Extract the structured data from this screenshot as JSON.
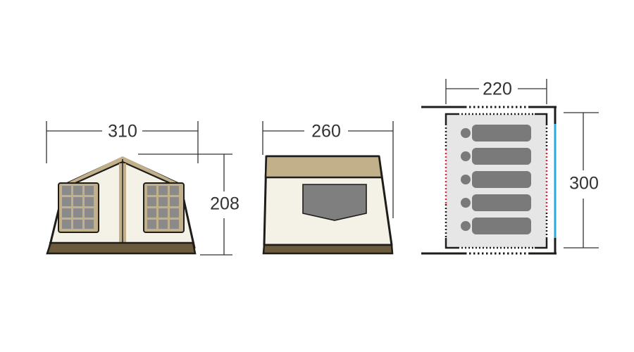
{
  "dimensions": {
    "front_width": "310",
    "front_height": "208",
    "side_width": "260",
    "floor_width": "220",
    "floor_length": "300"
  },
  "colors": {
    "outline": "#1f1d1a",
    "roof": "#c1b08a",
    "canvas": "#f4f1e7",
    "base": "#6b5a3c",
    "window_frame": "#c1b08a",
    "window_pane": "#8a8a8a",
    "mesh_window": "#7f7f7f",
    "floor": "#e6e6e6",
    "sleeping_bag": "#7a7a7a",
    "dim_line": "#333333",
    "door_red": "#e0283a",
    "door_blue": "#2aa9e0"
  },
  "floor_plan": {
    "sleeping_bag_count": 5
  }
}
